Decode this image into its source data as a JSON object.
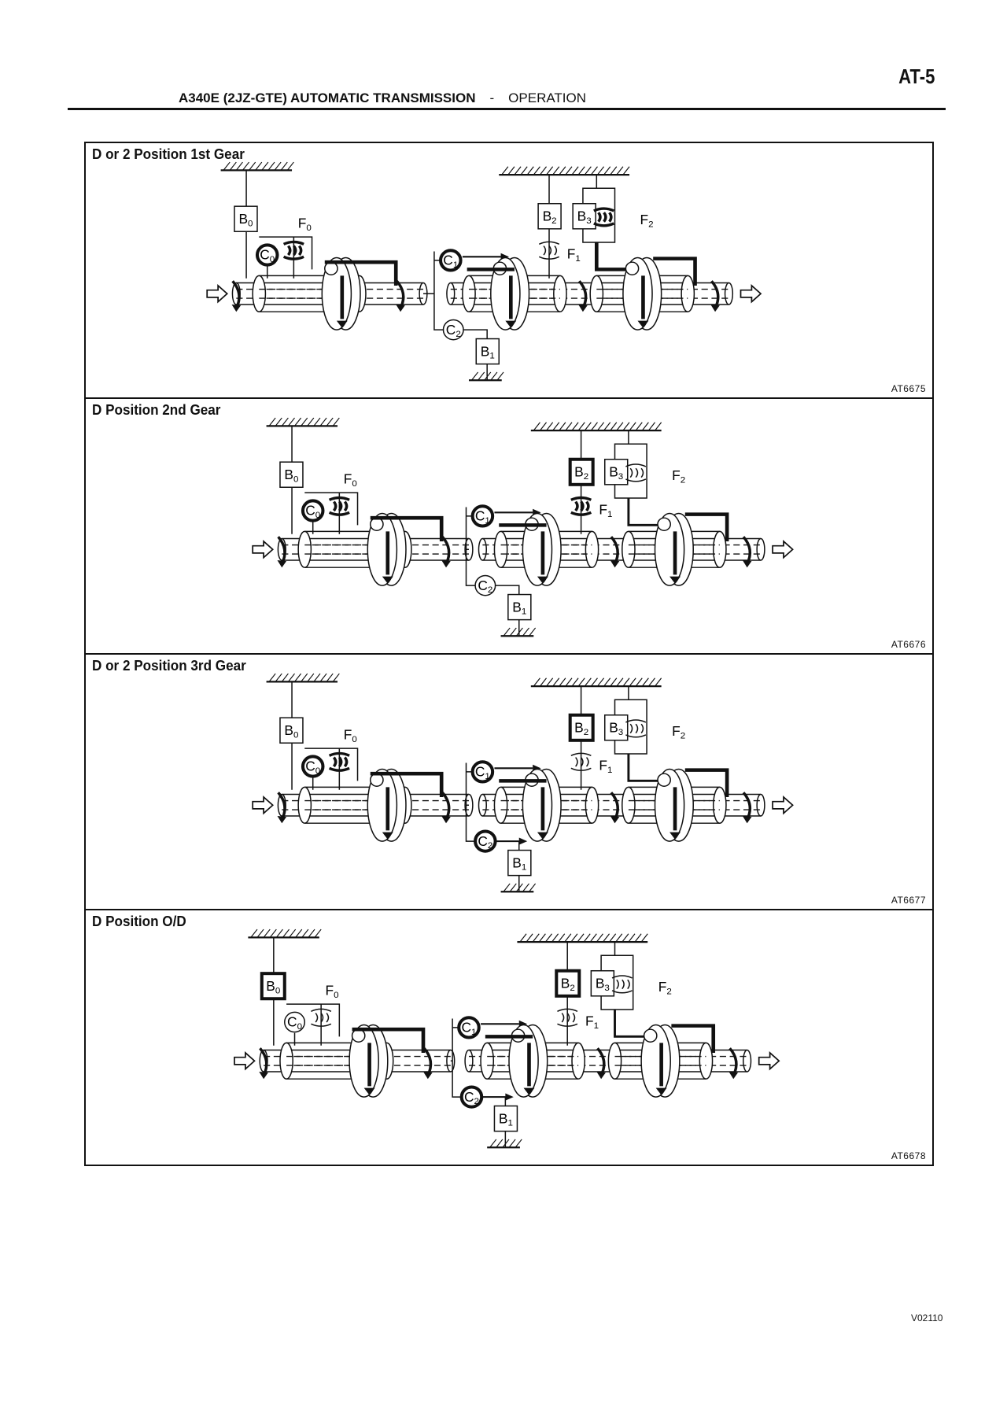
{
  "header": {
    "page_number": "AT-5",
    "title": "A340E (2JZ-GTE)  AUTOMATIC TRANSMISSION",
    "separator": "-",
    "section": "OPERATION"
  },
  "component_labels": [
    "B0",
    "F0",
    "C0",
    "C1",
    "C2",
    "B1",
    "B2",
    "B3",
    "F1",
    "F2"
  ],
  "panels": [
    {
      "title": "D or 2 Position 1st Gear",
      "code": "AT6675",
      "engaged": [
        "C0",
        "F0",
        "C1",
        "F2"
      ]
    },
    {
      "title": "D Position 2nd Gear",
      "code": "AT6676",
      "engaged": [
        "C0",
        "F0",
        "C1",
        "B2",
        "F1"
      ]
    },
    {
      "title": "D or 2 Position 3rd Gear",
      "code": "AT6677",
      "engaged": [
        "C0",
        "F0",
        "C1",
        "C2",
        "B2"
      ]
    },
    {
      "title": "D Position O/D",
      "code": "AT6678",
      "engaged": [
        "B0",
        "C1",
        "C2",
        "B2"
      ]
    }
  ],
  "footer": {
    "code": "V02110"
  }
}
